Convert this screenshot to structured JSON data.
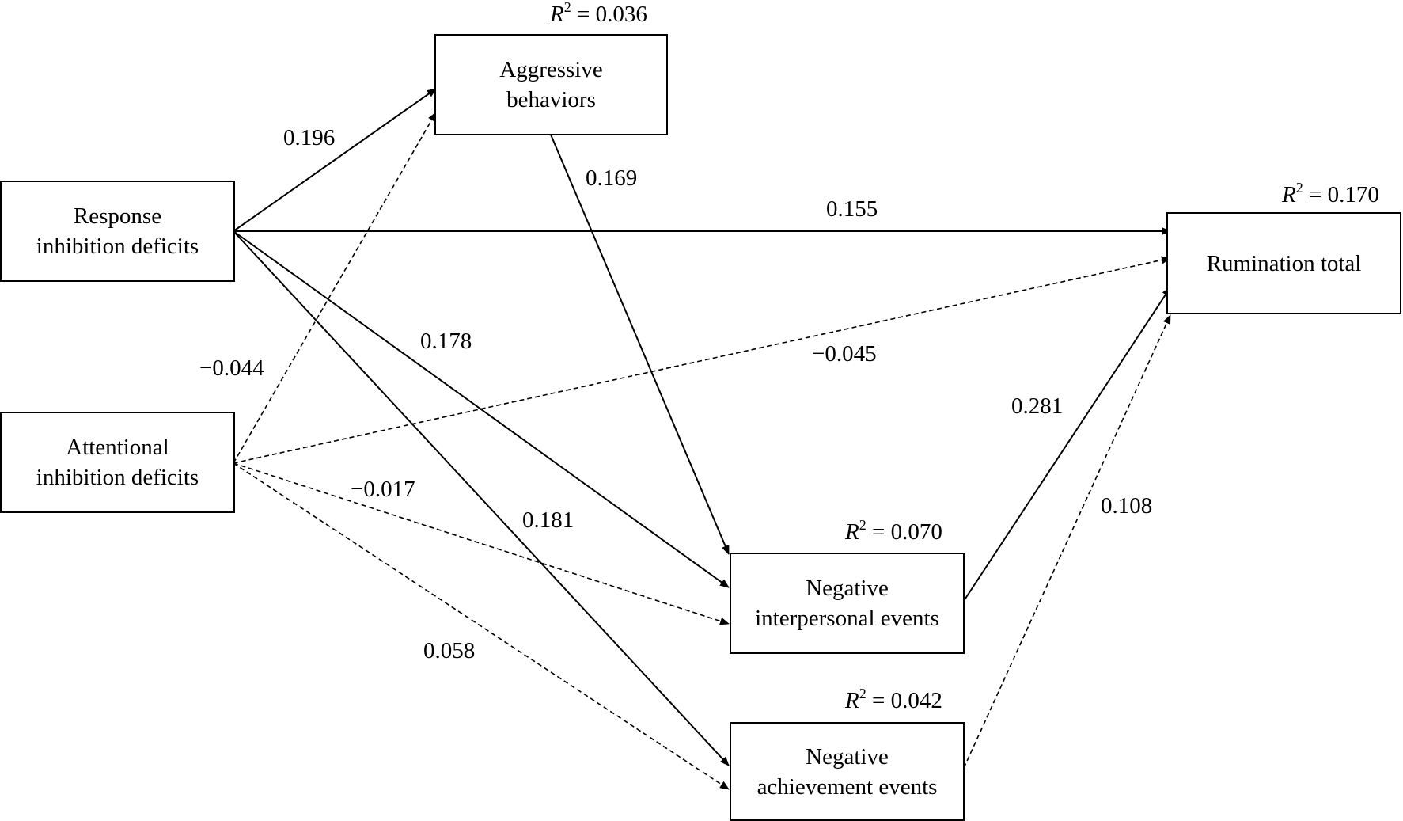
{
  "nodes": {
    "aggressive": {
      "line1": "Aggressive",
      "line2": "behaviors",
      "r2": "0.036"
    },
    "response": {
      "line1": "Response",
      "line2": "inhibition deficits"
    },
    "attentional": {
      "line1": "Attentional",
      "line2": "inhibition deficits"
    },
    "rumination": {
      "line1": "Rumination total",
      "r2": "0.170"
    },
    "interpersonal": {
      "line1": "Negative",
      "line2": "interpersonal events",
      "r2": "0.070"
    },
    "achievement": {
      "line1": "Negative",
      "line2": "achievement events",
      "r2": "0.042"
    }
  },
  "r2_prefix": "R",
  "r2_exp": "2",
  "r2_eq": " = ",
  "paths": {
    "resp_aggr": "0.196",
    "aggr_inter": "0.169",
    "resp_rum": "0.155",
    "attn_rum": "−0.045",
    "resp_inter": "0.178",
    "attn_aggr": "−0.044",
    "inter_rum": "0.281",
    "attn_inter": "−0.017",
    "resp_ach": "0.181",
    "ach_rum": "0.108",
    "attn_ach": "0.058"
  },
  "colors": {
    "stroke": "#000000",
    "background": "#ffffff"
  }
}
